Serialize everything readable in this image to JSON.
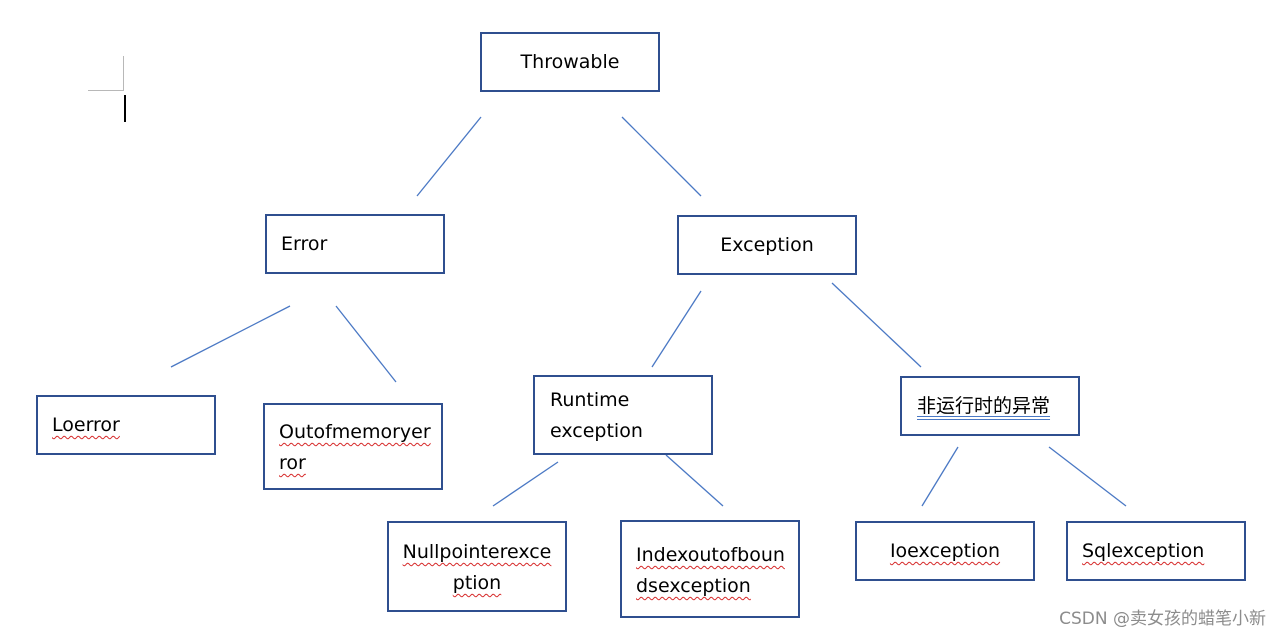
{
  "diagram": {
    "root": {
      "label": "Throwable"
    },
    "error": {
      "label": "Error"
    },
    "exception": {
      "label": "Exception"
    },
    "loerror": {
      "label": "Loerror"
    },
    "outofmemory": {
      "line1": "Outofmemoryer",
      "line2": "ror"
    },
    "runtime": {
      "line1": "Runtime",
      "line2": "exception"
    },
    "nonruntime": {
      "label": "非运行时的异常"
    },
    "nullpointer": {
      "line1": "Nullpointerexce",
      "line2": "ption"
    },
    "indexout": {
      "line1": "Indexoutofboun",
      "line2": "dsexception"
    },
    "ioexception": {
      "label": "Ioexception"
    },
    "sqlexception": {
      "label": "Sqlexception"
    }
  },
  "watermark": "CSDN @卖女孩的蜡笔小新",
  "colors": {
    "box_border": "#2f4f8f",
    "connector": "#4a78c4",
    "spellcheck": "#d62828"
  }
}
